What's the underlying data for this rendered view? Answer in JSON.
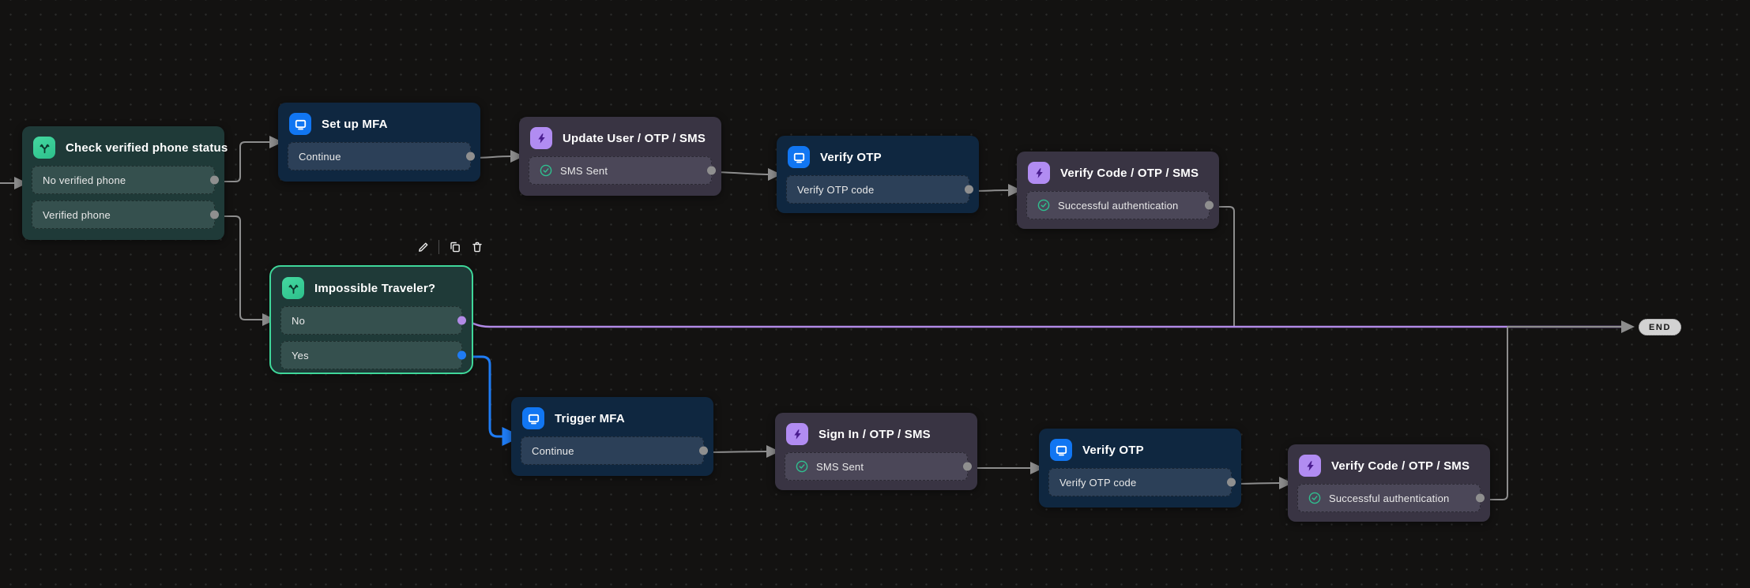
{
  "app": {
    "name": "authentication-flow-canvas"
  },
  "palette": {
    "background": "#131211",
    "grid_dot": "#2d2d2c",
    "edge_gray": "#8d8d8d",
    "edge_purple": "#b18ae6",
    "edge_blue": "#1f7cf4",
    "selection_green": "#3fd79a",
    "condition_node_bg": "#1f3a38",
    "condition_row_bg": "#35504e",
    "condition_icon_bg": "#3bd39a",
    "screen_node_bg": "#0f2740",
    "screen_row_bg": "#2c4058",
    "screen_icon_bg": "#1176f2",
    "connector_node_bg": "#393443",
    "connector_row_bg": "#4b4758",
    "connector_icon_bg": "#b18cf2",
    "check_green": "#2fbf8f",
    "end_bg": "#d2d2d2",
    "end_text": "#161616"
  },
  "toolbar": {
    "items": [
      {
        "icon": "pencil-icon"
      },
      {
        "icon": "copy-icon"
      },
      {
        "icon": "trash-icon"
      }
    ]
  },
  "nodes": [
    {
      "id": "check-verified-phone-status",
      "type": "condition",
      "icon": "branch-icon",
      "title": "Check verified phone status",
      "rows": [
        {
          "label": "No verified phone"
        },
        {
          "label": "Verified phone"
        }
      ]
    },
    {
      "id": "set-up-mfa",
      "type": "screen",
      "icon": "screen-icon",
      "title": "Set up MFA",
      "rows": [
        {
          "label": "Continue"
        }
      ]
    },
    {
      "id": "update-user-otp-sms",
      "type": "connector",
      "icon": "bolt-icon",
      "title": "Update User / OTP / SMS",
      "rows": [
        {
          "label": "SMS Sent",
          "icon": "check-circle-icon"
        }
      ]
    },
    {
      "id": "verify-otp-top",
      "type": "screen",
      "icon": "screen-icon",
      "title": "Verify OTP",
      "rows": [
        {
          "label": "Verify OTP code"
        }
      ]
    },
    {
      "id": "verify-code-otp-sms-top",
      "type": "connector",
      "icon": "bolt-icon",
      "title": "Verify Code / OTP / SMS",
      "rows": [
        {
          "label": "Successful authentication",
          "icon": "check-circle-icon"
        }
      ]
    },
    {
      "id": "impossible-traveler",
      "type": "condition",
      "icon": "branch-icon",
      "title": "Impossible Traveler?",
      "selected": true,
      "rows": [
        {
          "label": "No",
          "port_color": "#b18ae6"
        },
        {
          "label": "Yes",
          "port_color": "#1f7cf4"
        }
      ]
    },
    {
      "id": "trigger-mfa",
      "type": "screen",
      "icon": "screen-icon",
      "title": "Trigger MFA",
      "rows": [
        {
          "label": "Continue"
        }
      ]
    },
    {
      "id": "sign-in-otp-sms",
      "type": "connector",
      "icon": "bolt-icon",
      "title": "Sign In / OTP / SMS",
      "rows": [
        {
          "label": "SMS Sent",
          "icon": "check-circle-icon"
        }
      ]
    },
    {
      "id": "verify-otp-bottom",
      "type": "screen",
      "icon": "screen-icon",
      "title": "Verify OTP",
      "rows": [
        {
          "label": "Verify OTP code"
        }
      ]
    },
    {
      "id": "verify-code-otp-sms-bottom",
      "type": "connector",
      "icon": "bolt-icon",
      "title": "Verify Code / OTP / SMS",
      "rows": [
        {
          "label": "Successful authentication",
          "icon": "check-circle-icon"
        }
      ]
    }
  ],
  "end_node": {
    "label": "END"
  },
  "edges": [
    {
      "from": "start",
      "to": "check-verified-phone-status",
      "color": "gray"
    },
    {
      "from": "check-verified-phone-status.no-verified-phone",
      "to": "set-up-mfa",
      "color": "gray"
    },
    {
      "from": "check-verified-phone-status.verified-phone",
      "to": "impossible-traveler",
      "color": "gray"
    },
    {
      "from": "set-up-mfa.continue",
      "to": "update-user-otp-sms",
      "color": "gray"
    },
    {
      "from": "update-user-otp-sms.sms-sent",
      "to": "verify-otp-top",
      "color": "gray"
    },
    {
      "from": "verify-otp-top.verify-otp-code",
      "to": "verify-code-otp-sms-top",
      "color": "gray"
    },
    {
      "from": "verify-code-otp-sms-top.successful-authentication",
      "to": "end",
      "color": "gray"
    },
    {
      "from": "impossible-traveler.no",
      "to": "end",
      "color": "purple"
    },
    {
      "from": "impossible-traveler.yes",
      "to": "trigger-mfa",
      "color": "blue"
    },
    {
      "from": "trigger-mfa.continue",
      "to": "sign-in-otp-sms",
      "color": "gray"
    },
    {
      "from": "sign-in-otp-sms.sms-sent",
      "to": "verify-otp-bottom",
      "color": "gray"
    },
    {
      "from": "verify-otp-bottom.verify-otp-code",
      "to": "verify-code-otp-sms-bottom",
      "color": "gray"
    },
    {
      "from": "verify-code-otp-sms-bottom.successful-authentication",
      "to": "end",
      "color": "gray"
    }
  ]
}
